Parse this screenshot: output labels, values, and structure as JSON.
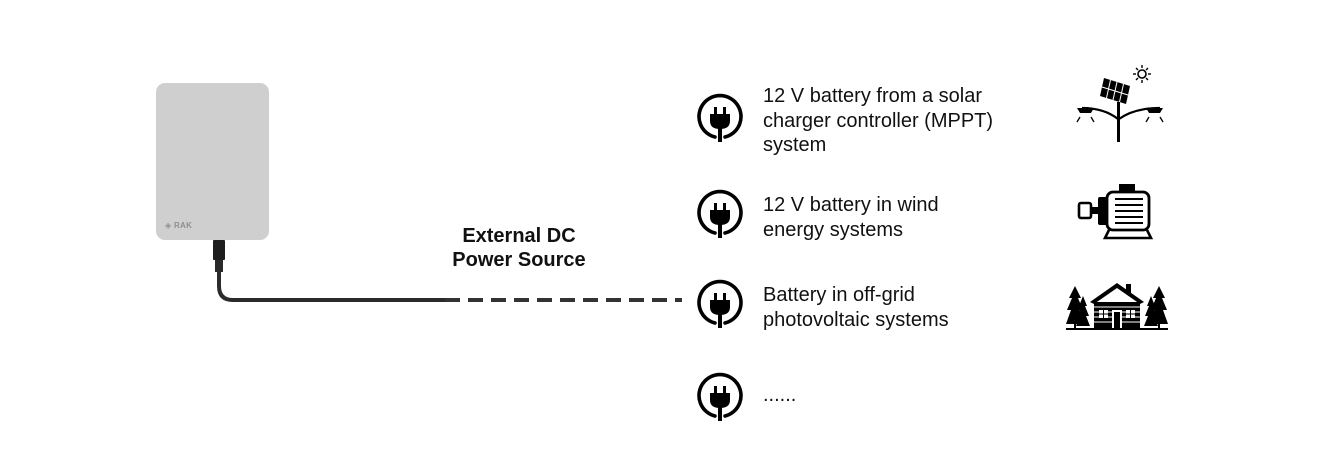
{
  "device": {
    "brand_logo": "RAK"
  },
  "source": {
    "line1": "External DC",
    "line2": "Power Source"
  },
  "options": [
    {
      "lines": [
        "12 V battery from a solar",
        "charger controller (MPPT)",
        "system"
      ],
      "icon": "solar-panel-street-light-icon"
    },
    {
      "lines": [
        "12 V battery in wind",
        "energy systems"
      ],
      "icon": "wind-generator-motor-icon"
    },
    {
      "lines": [
        "Battery in off-grid",
        "photovoltaic systems"
      ],
      "icon": "off-grid-cabin-icon"
    },
    {
      "lines": [
        "......"
      ],
      "icon": ""
    }
  ],
  "colors": {
    "device": "#cfcfcf",
    "cable": "#333333",
    "text": "#111111"
  }
}
